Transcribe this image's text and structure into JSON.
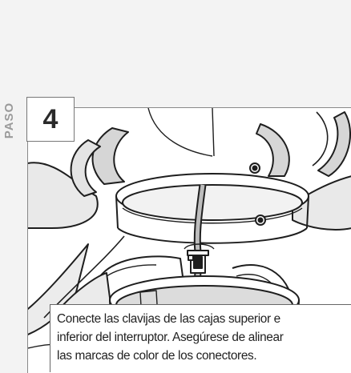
{
  "step": {
    "side_label": "PASO",
    "number": "4"
  },
  "caption": {
    "lines": [
      "Conecte las clavijas de las cajas superior e",
      "inferior del interruptor. Asegúrese de alinear",
      "las marcas de color de los conectores."
    ]
  },
  "colors": {
    "background": "#f3f3f3",
    "side_label": "#9a9a9a",
    "line_art": "#1e1e1e",
    "shading": "#bdbdbd"
  }
}
